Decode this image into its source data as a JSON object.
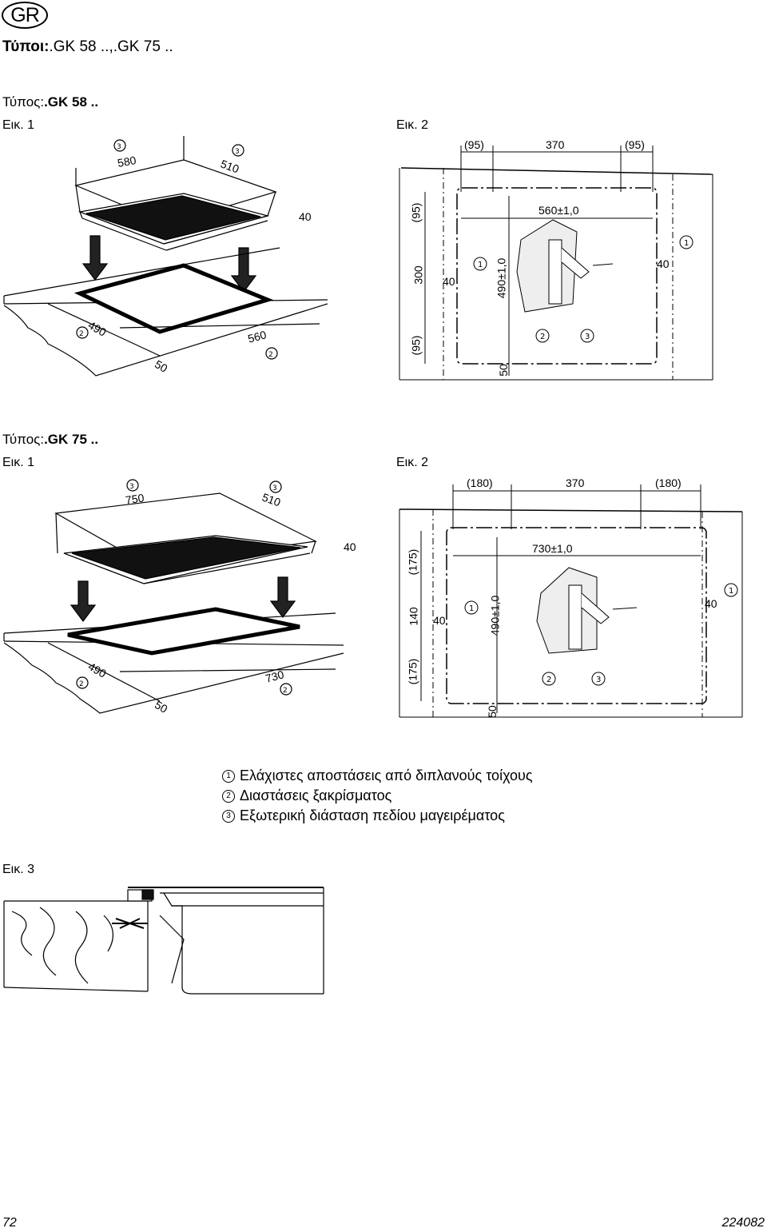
{
  "badge": "GR",
  "models": {
    "label": "Τύποι:",
    "value": ".GK 58 ..,.GK 75 .."
  },
  "section1": {
    "type_label": "Τύπος:",
    "type_value": ".GK 58 ..",
    "fig1": "Εικ. 1",
    "fig2": "Εικ. 2",
    "fig1_dims": {
      "width": "580",
      "depth": "510",
      "height": "40",
      "cut_depth": "490",
      "cut_width": "560",
      "edge": "50"
    },
    "fig2_dims": {
      "left": "(95)",
      "mid": "370",
      "right": "(95)",
      "width": "560±1,0",
      "top_v": "(95)",
      "mid_v": "300",
      "bottom_v": "(95)",
      "height": "490±1,0",
      "wall_left": "40",
      "wall_right": "40",
      "bottom": "50"
    }
  },
  "section2": {
    "type_label": "Τύπος:",
    "type_value": ".GK 75 ..",
    "fig1": "Εικ. 1",
    "fig2": "Εικ. 2",
    "fig1_dims": {
      "width": "750",
      "depth": "510",
      "height": "40",
      "cut_depth": "490",
      "cut_width": "730",
      "edge": "50"
    },
    "fig2_dims": {
      "left": "(180)",
      "mid": "370",
      "right": "(180)",
      "width": "730±1,0",
      "top_v": "(175)",
      "mid_v": "140",
      "bottom_v": "(175)",
      "height": "490±1,0",
      "wall_left": "40",
      "wall_right": "40",
      "bottom": "50"
    }
  },
  "legend": [
    {
      "num": "1",
      "text": "Ελάχιστες αποστάσεις από διπλανούς τοίχους"
    },
    {
      "num": "2",
      "text": "Διαστάσεις ξακρίσματος"
    },
    {
      "num": "3",
      "text": "Εξωτερική διάσταση πεδίου μαγειρέματος"
    }
  ],
  "fig3": "Εικ. 3",
  "footer": {
    "page": "72",
    "code": "224082"
  }
}
